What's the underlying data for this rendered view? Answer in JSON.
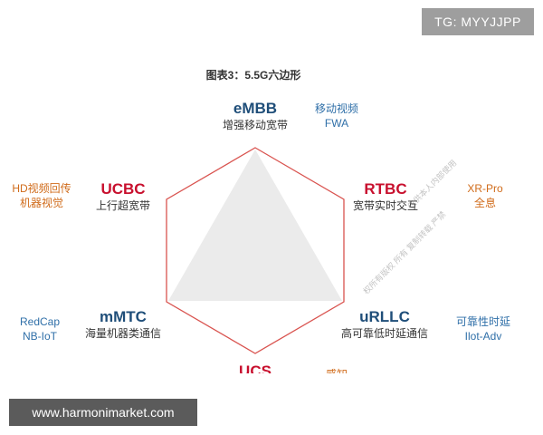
{
  "badge": "TG: MYYJJPP",
  "figure_title": "图表3：5.5G六边形",
  "nodes": {
    "top": {
      "abbr": "eMBB",
      "desc": "增强移动宽带"
    },
    "upper_right": {
      "abbr": "RTBC",
      "desc": "宽带实时交互"
    },
    "lower_right": {
      "abbr": "uRLLC",
      "desc": "高可靠低时延通信"
    },
    "bottom": {
      "abbr": "UCS",
      "desc": ""
    },
    "lower_left": {
      "abbr": "mMTC",
      "desc": "海量机器类通信"
    },
    "upper_left": {
      "abbr": "UCBC",
      "desc": "上行超宽带"
    }
  },
  "side_labels": {
    "top_right": {
      "line1": "移动视频",
      "line2": "FWA"
    },
    "upper_right": {
      "line1": "XR-Pro",
      "line2": "全息"
    },
    "lower_right": {
      "line1": "可靠性时延",
      "line2": "Ilot-Adv"
    },
    "bottom_right": {
      "line1": "感知",
      "line2": ""
    },
    "lower_left": {
      "line1": "RedCap",
      "line2": "NB-IoT"
    },
    "upper_left": {
      "line1": "HD视频回传",
      "line2": "机器视觉"
    }
  },
  "watermark": "权所有版权 所有 复制转载 严禁",
  "watermark_right": "仅供本人内部使用",
  "website": "www.harmonimarket.com",
  "colors": {
    "hexagon_stroke": "#d9534f",
    "triangle_fill": "#ebebeb",
    "blue_text": "#1f4e79",
    "red_text": "#c8102e",
    "side_blue": "#2f6fa8",
    "side_orange": "#d06b1a"
  }
}
